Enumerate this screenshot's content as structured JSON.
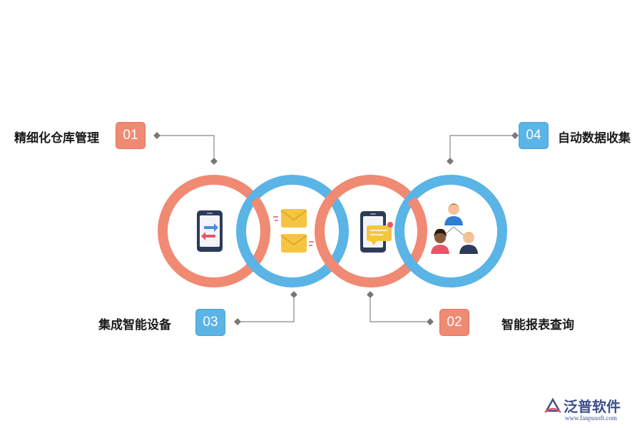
{
  "steps": [
    {
      "number": "01",
      "label": "精细化仓库管理"
    },
    {
      "number": "02",
      "label": "智能报表查询"
    },
    {
      "number": "03",
      "label": "集成智能设备"
    },
    {
      "number": "04",
      "label": "自动数据收集"
    }
  ],
  "logo": {
    "name": "泛普软件",
    "url": "www.fanpusoft.com"
  },
  "colors": {
    "orange": "#f08a73",
    "blue": "#5ab4e5",
    "connector": "#888888"
  }
}
